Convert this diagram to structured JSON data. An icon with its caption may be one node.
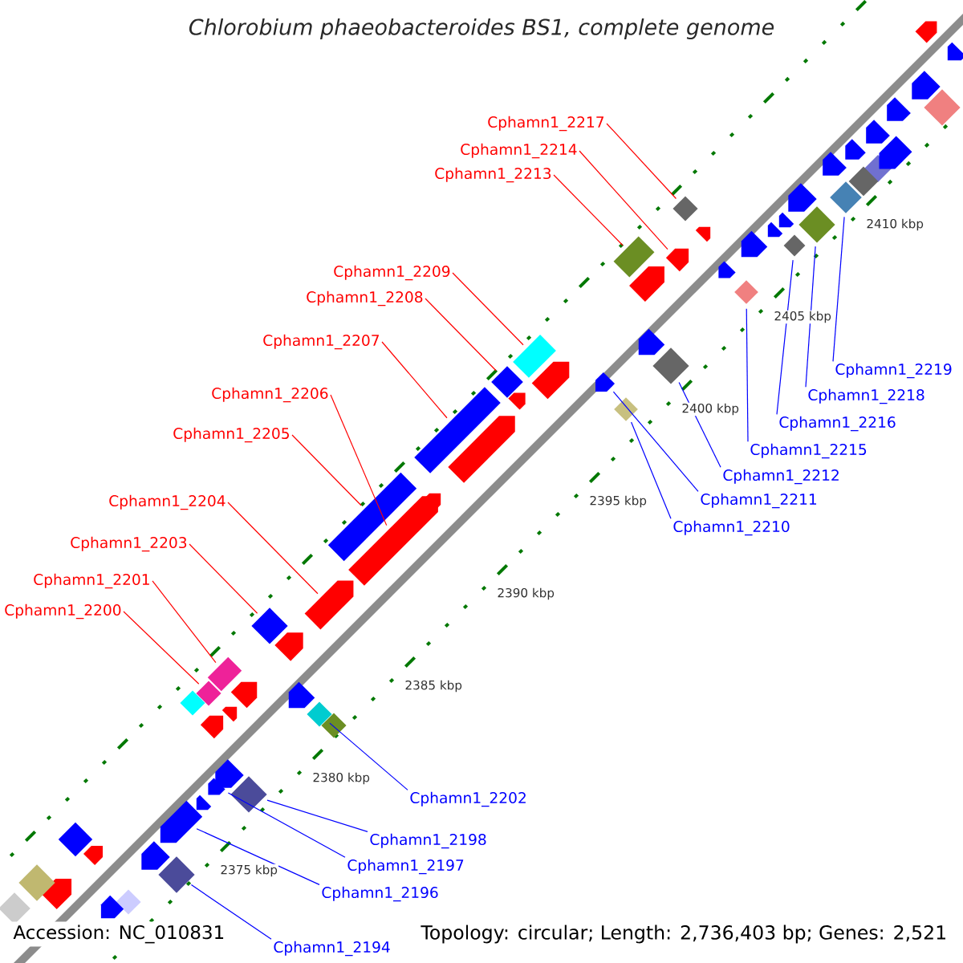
{
  "diagram": {
    "title": "*Chlorobium phaeobacteroides BS1, complete genome*",
    "nodes": [
      {
        "text": [
          "Cphamn1_2217"
        ]
      },
      {
        "text": [
          "Cphamn1_2214"
        ]
      },
      {
        "text": [
          "Cphamn1_2213"
        ]
      },
      {
        "text": [
          "Cphamn1_2209"
        ]
      },
      {
        "text": [
          "Cphamn1_2208"
        ]
      },
      {
        "text": [
          "Cphamn1_2207"
        ]
      },
      {
        "text": [
          "Cphamn1_2219"
        ]
      },
      {
        "text": [
          "Cphamn1_2206"
        ]
      },
      {
        "text": [
          "Cphamn1_2218"
        ]
      },
      {
        "text": [
          "Cphamn1_2216"
        ]
      },
      {
        "text": [
          "Cphamn1_2205"
        ]
      },
      {
        "text": [
          "Cphamn1_2215"
        ]
      },
      {
        "text": [
          "Cphamn1_2212"
        ]
      },
      {
        "text": [
          "Cphamn1_2204"
        ]
      },
      {
        "text": [
          "Cphamn1_2211"
        ]
      },
      {
        "text": [
          "Cphamn1_2210"
        ]
      },
      {
        "text": [
          "Cphamn1_2203"
        ]
      },
      {
        "text": [
          "Cphamn1_2201"
        ]
      },
      {
        "text": [
          "Cphamn1_2200"
        ]
      },
      {
        "text": [
          "Cphamn1_2202"
        ]
      },
      {
        "text": [
          "Cphamn1_2198"
        ]
      },
      {
        "text": [
          "Cphamn1_2197"
        ]
      },
      {
        "text": [
          "Cphamn1_2196"
        ]
      },
      {
        "text": [
          "Cphamn1_2194"
        ]
      },
      {
        "text": [],
        "shape": "diamond"
      },
      {
        "text": [],
        "shape": "pentagon"
      },
      {
        "text": [],
        "shape": "box"
      },
      {
        "text": [],
        "shape": "box"
      },
      {
        "text": [],
        "shape": "diamond"
      },
      {
        "text": [],
        "shape": "box"
      },
      {
        "text": [],
        "shape": "diamond"
      },
      {
        "text": [],
        "shape": "pentagon"
      },
      {
        "text": [],
        "shape": "diamond"
      },
      {
        "text": [],
        "shape": "diamond"
      },
      {
        "text": [],
        "shape": "box"
      },
      {
        "text": [],
        "shape": "diamond"
      },
      {
        "text": [],
        "shape": "diamond"
      },
      {
        "text": [],
        "shape": "pentagon"
      },
      {
        "text": [],
        "shape": "pentagon"
      },
      {
        "text": [],
        "shape": "diamond"
      },
      {
        "text": [],
        "shape": "diamond"
      },
      {
        "text": [],
        "shape": "box"
      },
      {
        "text": [],
        "shape": "diamond"
      },
      {
        "text": [],
        "shape": "diamond"
      },
      {
        "text": [],
        "shape": "diamond"
      },
      {
        "text": [],
        "shape": "pentagon"
      },
      {
        "text": [],
        "shape": "pentagon"
      },
      {
        "text": [],
        "shape": "diamond"
      },
      {
        "text": [],
        "shape": "pentagon"
      },
      {
        "text": [],
        "shape": "pentagon"
      },
      {
        "text": [],
        "shape": "pentagon"
      },
      {
        "text": [],
        "shape": "pentagon"
      },
      {
        "text": [],
        "shape": "pentagon"
      },
      {
        "text": [],
        "shape": "pentagon"
      },
      {
        "text": [],
        "shape": "pentagon"
      },
      {
        "text": [],
        "shape": "pentagon"
      },
      {
        "text": [],
        "shape": "pentagon"
      },
      {
        "text": [],
        "shape": "pentagon"
      },
      {
        "text": [],
        "shape": "pentagon"
      },
      {
        "text": [],
        "shape": "pentagon"
      },
      {
        "text": [],
        "shape": "pentagon"
      },
      {
        "text": [],
        "shape": "diamond"
      },
      {
        "text": [],
        "shape": "diamond"
      },
      {
        "text": [],
        "shape": "diamond"
      },
      {
        "text": [],
        "shape": "diamond"
      },
      {
        "text": [],
        "shape": "diamond"
      },
      {
        "text": [],
        "shape": "diamond"
      },
      {
        "text": [],
        "shape": "diamond"
      },
      {
        "text": [],
        "shape": "diamond"
      },
      {
        "text": [],
        "shape": "diamond"
      },
      {
        "text": [],
        "shape": "pentagon"
      },
      {
        "text": [],
        "shape": "pentagon"
      },
      {
        "text": [],
        "shape": "pentagon"
      },
      {
        "text": [],
        "shape": "pentagon"
      },
      {
        "text": [],
        "shape": "pentagon"
      },
      {
        "text": [],
        "shape": "pentagon"
      },
      {
        "text": [],
        "shape": "pentagon"
      },
      {
        "text": [],
        "shape": "pentagon"
      },
      {
        "text": [],
        "shape": "pentagon"
      },
      {
        "text": [],
        "shape": "pentagon"
      },
      {
        "text": [],
        "shape": "pentagon"
      },
      {
        "text": [],
        "shape": "pentagon"
      },
      {
        "text": [],
        "shape": "pentagon"
      },
      {
        "text": [],
        "shape": "pentagon"
      },
      {
        "text": [],
        "shape": "pentagon"
      },
      {
        "text": [],
        "shape": "pentagon"
      },
      {
        "text": [],
        "shape": "pentagon"
      },
      {
        "text": [],
        "shape": "pentagon"
      }
    ],
    "edges": [
      {
        "from": 0,
        "to": 24,
        "arrow": "none",
        "color": "#ff0000"
      },
      {
        "from": 1,
        "to": 25,
        "arrow": "none",
        "color": "#ff0000"
      },
      {
        "from": 2,
        "to": 26,
        "arrow": "none",
        "color": "#ff0000"
      },
      {
        "from": 3,
        "to": 27,
        "arrow": "none",
        "color": "#ff0000"
      },
      {
        "from": 4,
        "to": 28,
        "arrow": "none",
        "color": "#ff0000"
      },
      {
        "from": 5,
        "to": 29,
        "arrow": "none",
        "color": "#ff0000"
      },
      {
        "from": 6,
        "to": 30,
        "arrow": "none",
        "color": "#0000ff"
      },
      {
        "from": 7,
        "to": 31,
        "arrow": "none",
        "color": "#ff0000"
      },
      {
        "from": 8,
        "to": 32,
        "arrow": "none",
        "color": "#0000ff"
      },
      {
        "from": 9,
        "to": 33,
        "arrow": "none",
        "color": "#0000ff"
      },
      {
        "from": 10,
        "to": 34,
        "arrow": "none",
        "color": "#ff0000"
      },
      {
        "from": 11,
        "to": 35,
        "arrow": "none",
        "color": "#0000ff"
      },
      {
        "from": 12,
        "to": 36,
        "arrow": "none",
        "color": "#0000ff"
      },
      {
        "from": 13,
        "to": 37,
        "arrow": "none",
        "color": "#ff0000"
      },
      {
        "from": 14,
        "to": 38,
        "arrow": "none",
        "color": "#0000ff"
      },
      {
        "from": 15,
        "to": 39,
        "arrow": "none",
        "color": "#0000ff"
      },
      {
        "from": 16,
        "to": 40,
        "arrow": "none",
        "color": "#ff0000"
      },
      {
        "from": 17,
        "to": 41,
        "arrow": "none",
        "color": "#ff0000"
      },
      {
        "from": 18,
        "to": 42,
        "arrow": "none",
        "color": "#ff0000"
      },
      {
        "from": 19,
        "to": 43,
        "arrow": "none",
        "color": "#0000ff"
      },
      {
        "from": 20,
        "to": 44,
        "arrow": "none",
        "color": "#0000ff"
      },
      {
        "from": 21,
        "to": 45,
        "arrow": "none",
        "color": "#0000ff"
      },
      {
        "from": 22,
        "to": 46,
        "arrow": "none",
        "color": "#0000ff"
      },
      {
        "from": 23,
        "to": 47,
        "arrow": "none",
        "color": "#0000ff"
      }
    ],
    "labels": [
      "2410 kbp",
      "2405 kbp",
      "2400 kbp",
      "2395 kbp",
      "2390 kbp",
      "2385 kbp",
      "2380 kbp",
      "2375 kbp",
      "Accession: NC_010831",
      "Topology: circular; Length: 2,736,403 bp; Genes: 2,521"
    ]
  }
}
